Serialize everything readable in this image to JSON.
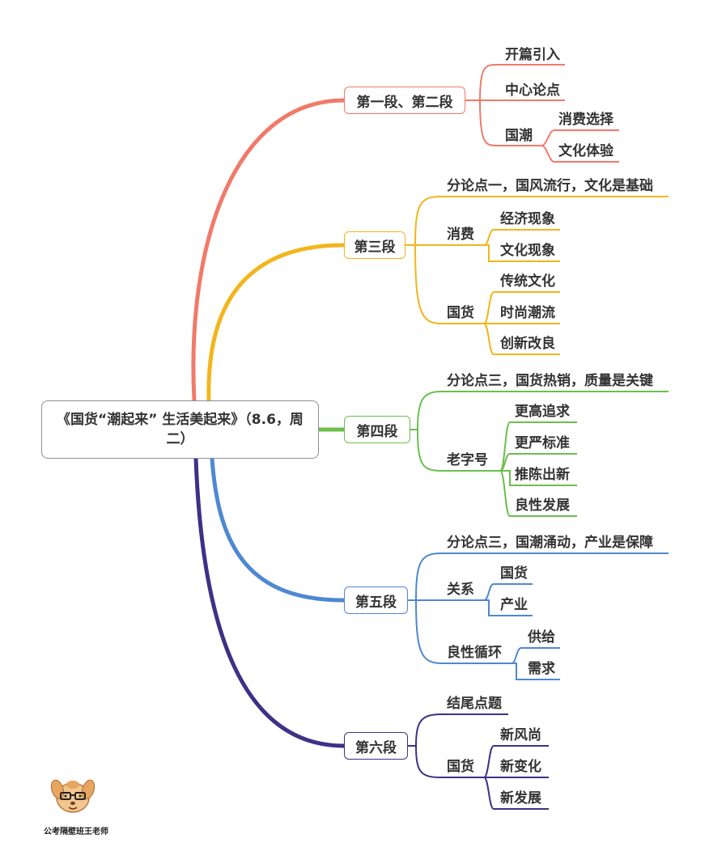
{
  "root": {
    "title": "《国货“潮起来” 生活美起来》（8.6，周二）"
  },
  "colors": {
    "sec1": "#f07a6a",
    "sec2": "#f2b51c",
    "sec3": "#6cbf4d",
    "sec4": "#4e88d1",
    "sec5": "#3d3186"
  },
  "sections": [
    {
      "label": "第一段、第二段",
      "children": [
        {
          "label": "开篇引入"
        },
        {
          "label": "中心论点"
        },
        {
          "label": "国潮",
          "children": [
            {
              "label": "消费选择"
            },
            {
              "label": "文化体验"
            }
          ]
        }
      ]
    },
    {
      "label": "第三段",
      "children": [
        {
          "label": "分论点一，国风流行，文化是基础"
        },
        {
          "label": "消费",
          "children": [
            {
              "label": "经济现象"
            },
            {
              "label": "文化现象"
            }
          ]
        },
        {
          "label": "国货",
          "children": [
            {
              "label": "传统文化"
            },
            {
              "label": "时尚潮流"
            },
            {
              "label": "创新改良"
            }
          ]
        }
      ]
    },
    {
      "label": "第四段",
      "children": [
        {
          "label": "分论点三，国货热销，质量是关键"
        },
        {
          "label": "老字号",
          "children": [
            {
              "label": "更高追求"
            },
            {
              "label": "更严标准"
            },
            {
              "label": "推陈出新"
            },
            {
              "label": "良性发展"
            }
          ]
        }
      ]
    },
    {
      "label": "第五段",
      "children": [
        {
          "label": "分论点三，国潮涌动，产业是保障"
        },
        {
          "label": "关系",
          "children": [
            {
              "label": "国货"
            },
            {
              "label": "产业"
            }
          ]
        },
        {
          "label": "良性循环",
          "children": [
            {
              "label": "供给"
            },
            {
              "label": "需求"
            }
          ]
        }
      ]
    },
    {
      "label": "第六段",
      "children": [
        {
          "label": "结尾点题"
        },
        {
          "label": "国货",
          "children": [
            {
              "label": "新风尚"
            },
            {
              "label": "新变化"
            },
            {
              "label": "新发展"
            }
          ]
        }
      ]
    }
  ],
  "mascot": {
    "icon": "dog-mascot-icon",
    "credit": "公考隔壁班王老师"
  }
}
